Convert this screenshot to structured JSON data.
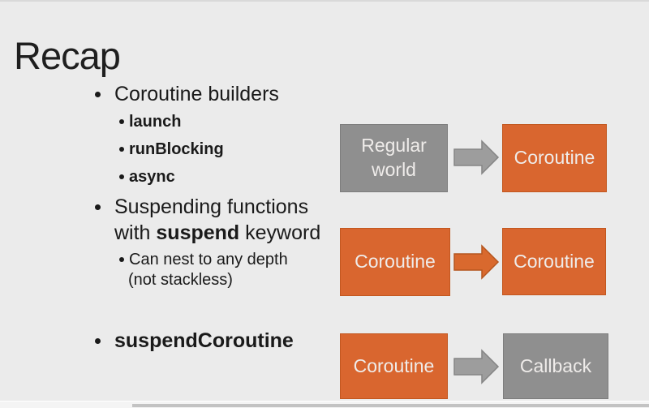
{
  "slide": {
    "title": "Recap",
    "bullets": {
      "coroutine_builders": "Coroutine builders",
      "launch": "launch",
      "runblocking": "runBlocking",
      "async": "async",
      "suspending_line1": "Suspending functions",
      "with": "with ",
      "suspend": "suspend",
      "keyword": " keyword",
      "can_nest": "Can nest to any depth",
      "not_stackless": "(not stackless)",
      "suspendcoroutine": "suspendCoroutine"
    },
    "diagram": {
      "rows": [
        {
          "from": {
            "label": "Regular world",
            "style": "gray"
          },
          "arrow": "gray",
          "to": {
            "label": "Coroutine",
            "style": "orange"
          }
        },
        {
          "from": {
            "label": "Coroutine",
            "style": "orange"
          },
          "arrow": "orange",
          "to": {
            "label": "Coroutine",
            "style": "orange"
          }
        },
        {
          "from": {
            "label": "Coroutine",
            "style": "orange"
          },
          "arrow": "gray",
          "to": {
            "label": "Callback",
            "style": "gray"
          }
        }
      ]
    }
  },
  "colors": {
    "background": "#ebebeb",
    "title_text": "#1f1f1f",
    "body_text": "#1a1a1a",
    "box_orange": "#d9662f",
    "box_orange_border": "#c2571f",
    "box_gray": "#8f8f8f",
    "box_gray_border": "#7d7d7d",
    "box_label_text": "#efecea",
    "arrow_gray": "#9d9d9d",
    "arrow_gray_border": "#858585",
    "arrow_orange": "#d9692e",
    "arrow_orange_border": "#b5561f",
    "progress_loaded": "#c3c3c3"
  }
}
